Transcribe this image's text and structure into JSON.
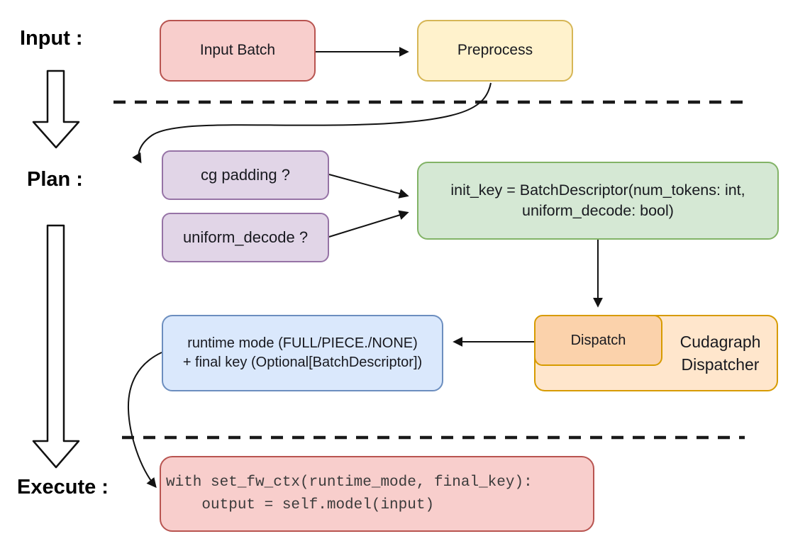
{
  "stages": {
    "input_label": "Input :",
    "plan_label": "Plan :",
    "execute_label": "Execute :"
  },
  "nodes": {
    "input_batch": {
      "label": "Input Batch",
      "fill": "#f8cecc",
      "stroke": "#b85450"
    },
    "preprocess": {
      "label": "Preprocess",
      "fill": "#fff2cc",
      "stroke": "#d6b656"
    },
    "cg_padding": {
      "label": "cg padding ?",
      "fill": "#e1d5e7",
      "stroke": "#9673a6"
    },
    "uniform_decode": {
      "label": "uniform_decode ?",
      "fill": "#e1d5e7",
      "stroke": "#9673a6"
    },
    "init_key": {
      "line1": "init_key = BatchDescriptor(num_tokens: int,",
      "line2": "uniform_decode: bool)",
      "fill": "#d5e8d4",
      "stroke": "#82b366"
    },
    "dispatch": {
      "label": "Dispatch",
      "fill": "#fbd2ab",
      "stroke": "#d79b00"
    },
    "cudagraph_dispatcher": {
      "line1": "Cudagraph",
      "line2": "Dispatcher",
      "fill": "#ffe6cc",
      "stroke": "#d79b00"
    },
    "runtime_result": {
      "line1": "runtime mode (FULL/PIECE./NONE)",
      "line2": "+ final key (Optional[BatchDescriptor])",
      "fill": "#dae8fc",
      "stroke": "#6c8ebf"
    },
    "execute_code": {
      "line1": "with set_fw_ctx(runtime_mode, final_key):",
      "line2": "    output = self.model(input)",
      "fill": "#f8cecc",
      "stroke": "#b85450"
    }
  }
}
